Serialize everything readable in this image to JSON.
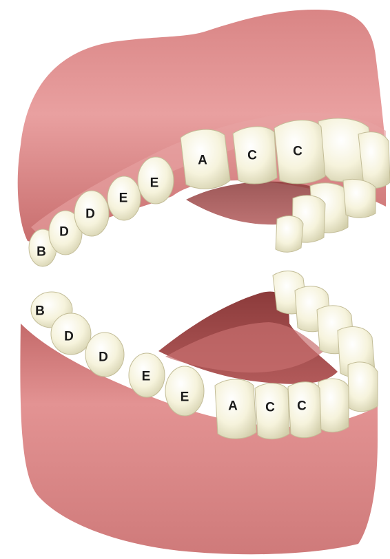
{
  "colors": {
    "gum_light": "#e99a9a",
    "gum_mid": "#d47c7c",
    "gum_dark": "#b45e5e",
    "mouth_interior": "#a24a4a",
    "tooth_light": "#fdfbee",
    "tooth_mid": "#eeeacc",
    "tooth_shade": "#c9c5a2",
    "label_text": "#1a1a1a"
  },
  "upper_arch": {
    "tooth_labels": [
      "B",
      "D",
      "D",
      "E",
      "E",
      "A",
      "C",
      "C"
    ]
  },
  "lower_arch": {
    "tooth_labels": [
      "B",
      "D",
      "D",
      "E",
      "E",
      "A",
      "C",
      "C"
    ]
  }
}
